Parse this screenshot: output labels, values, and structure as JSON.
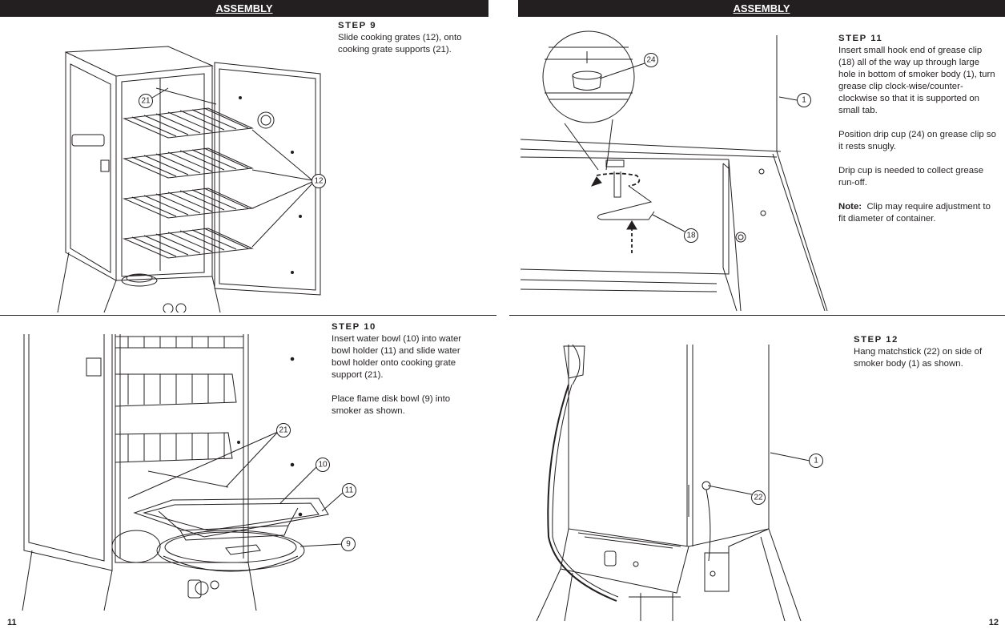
{
  "left_page": {
    "banner": "ASSEMBLY",
    "page_number": "11",
    "step9": {
      "title": "STEP 9",
      "text": "Slide cooking grates (12), onto cooking grate supports (21).",
      "callouts": [
        "21",
        "12"
      ]
    },
    "step10": {
      "title": "STEP 10",
      "text1": "Insert water bowl (10) into water bowl holder (11) and slide water bowl holder onto cooking grate support (21).",
      "text2": "Place flame disk bowl (9) into smoker as shown.",
      "callouts": [
        "21",
        "10",
        "11",
        "9"
      ]
    }
  },
  "right_page": {
    "banner": "ASSEMBLY",
    "page_number": "12",
    "step11": {
      "title": "STEP 11",
      "text1": "Insert small hook end of grease clip (18) all of the way up through large hole in bottom of smoker body (1), turn grease clip clock-wise/counter-clockwise so that it is supported on small tab.",
      "text2": "Position drip cup (24) on grease clip so it rests snugly.",
      "text3": "Drip cup is needed to collect grease run-off.",
      "note_label": "Note:",
      "note_text": "Clip may require adjustment to fit diameter of container.",
      "callouts": [
        "24",
        "1",
        "18"
      ]
    },
    "step12": {
      "title": "STEP 12",
      "text": "Hang matchstick (22) on side of smoker body (1) as shown.",
      "callouts": [
        "1",
        "22"
      ]
    }
  },
  "colors": {
    "ink": "#231f20",
    "paper": "#ffffff"
  }
}
